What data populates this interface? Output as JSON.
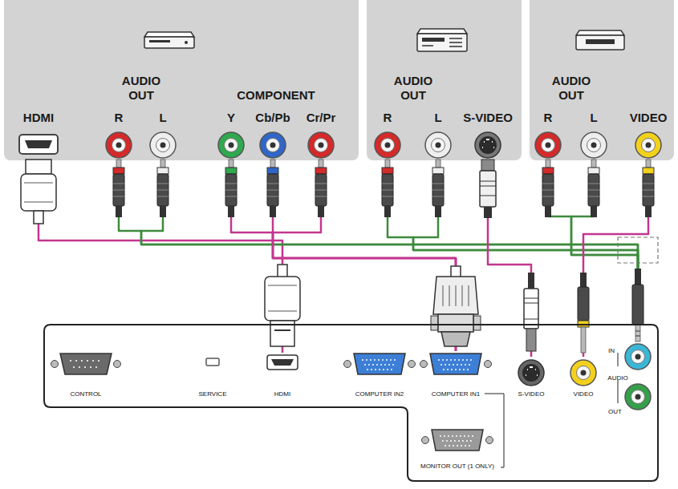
{
  "diagram": {
    "nodes": [
      {
        "text": [
          "AUDIO OUT",
          "COMPONENT"
        ]
      },
      {
        "text": [
          "HDMI"
        ],
        "in": 0
      },
      {
        "text": [
          "R"
        ],
        "in": 0
      },
      {
        "text": [
          "L"
        ],
        "in": 0
      },
      {
        "text": [
          "Y"
        ],
        "in": 0
      },
      {
        "text": [
          "Cb/Pb"
        ],
        "in": 0
      },
      {
        "text": [
          "Cr/Pr"
        ],
        "in": 0
      },
      {
        "text": [
          "AUDIO OUT"
        ]
      },
      {
        "text": [
          "R"
        ],
        "in": 7
      },
      {
        "text": [
          "L"
        ],
        "in": 7
      },
      {
        "text": [
          "S-VIDEO"
        ],
        "in": 7
      },
      {
        "text": [
          "AUDIO OUT"
        ]
      },
      {
        "text": [
          "R"
        ],
        "in": 11
      },
      {
        "text": [
          "L"
        ],
        "in": 11
      },
      {
        "text": [
          "VIDEO"
        ],
        "in": 11
      },
      {
        "text": [
          "AUDIO"
        ]
      },
      {
        "text": [
          "CONTROL"
        ],
        "in": 15
      },
      {
        "text": [
          "SERVICE"
        ],
        "in": 15
      },
      {
        "text": [
          "HDMI"
        ],
        "in": 15
      },
      {
        "text": [
          "COMPUTER IN2"
        ],
        "in": 15
      },
      {
        "text": [
          "COMPUTER IN1"
        ],
        "in": 15
      },
      {
        "text": [
          "S-VIDEO"
        ],
        "in": 15
      },
      {
        "text": [
          "VIDEO"
        ],
        "in": 15
      },
      {
        "text": [
          "IN"
        ],
        "in": 15
      },
      {
        "text": [
          "MONITOR OUT (1 ONLY)"
        ],
        "in": 15
      },
      {
        "text": [
          "OUT"
        ],
        "in": 15
      }
    ],
    "edges": [
      {
        "from": 1,
        "to": 18,
        "arrow": "none"
      },
      {
        "from": 2,
        "to": 23,
        "arrow": "none"
      },
      {
        "from": 3,
        "to": 23,
        "arrow": "none"
      },
      {
        "from": 4,
        "to": 20,
        "arrow": "none"
      },
      {
        "from": 5,
        "to": 20,
        "arrow": "none"
      },
      {
        "from": 6,
        "to": 20,
        "arrow": "none"
      },
      {
        "from": 8,
        "to": 23,
        "arrow": "none"
      },
      {
        "from": 9,
        "to": 23,
        "arrow": "none"
      },
      {
        "from": 10,
        "to": 21,
        "arrow": "none"
      },
      {
        "from": 12,
        "to": 23,
        "arrow": "none"
      },
      {
        "from": 13,
        "to": 23,
        "arrow": "none"
      },
      {
        "from": 14,
        "to": 22,
        "arrow": "none"
      }
    ]
  }
}
